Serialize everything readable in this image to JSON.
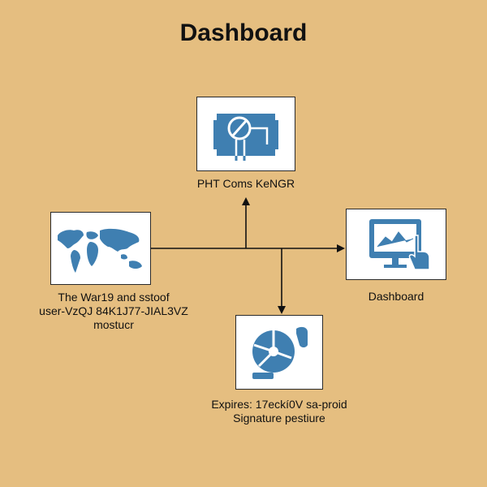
{
  "title": "Dashboard",
  "colors": {
    "background": "#E5BE80",
    "icon_blue": "#3F7FB1",
    "line": "#111111"
  },
  "nodes": {
    "top": {
      "label": "PHT Coms KeNGR",
      "icon": "circuit-icon"
    },
    "left": {
      "label_lines": [
        "The War19 and sstoof",
        "user-VzQJ 84K1J77-JIAL3VZ",
        "mostucr"
      ],
      "icon": "world-map-icon"
    },
    "right": {
      "label": "Dashboard",
      "icon": "monitor-chart-icon"
    },
    "bottom": {
      "label_lines": [
        "Expires: 17eckí0V sa-proid",
        "Signature pestiure"
      ],
      "icon": "pie-chart-icon"
    }
  }
}
